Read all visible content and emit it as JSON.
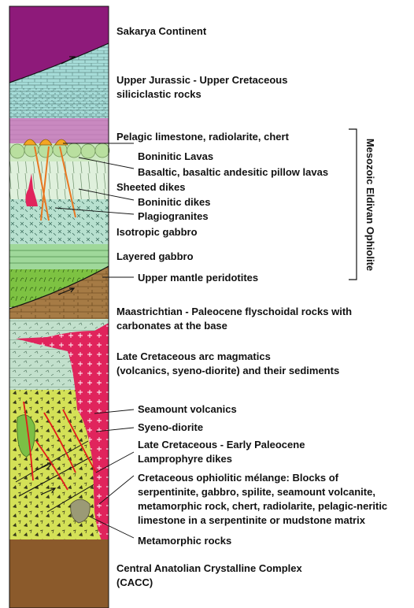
{
  "labels": {
    "sakarya": "Sakarya Continent",
    "jurassic_1": "Upper Jurassic - Upper Cretaceous",
    "jurassic_2": "siliciclastic rocks",
    "pelagic": "Pelagic limestone, radiolarite, chert",
    "boninitic_lavas": "Boninitic Lavas",
    "basaltic": "Basaltic, basaltic andesitic pillow lavas",
    "sheeted": "Sheeted dikes",
    "boninitic_dikes": "Boninitic dikes",
    "plagiogranites": "Plagiogranites",
    "isotropic": "Isotropic gabbro",
    "layered": "Layered gabbro",
    "peridotites": "Upper mantle peridotites",
    "maastrichtian_1": "Maastrichtian - Paleocene flyschoidal rocks with",
    "maastrichtian_2": "carbonates at the base",
    "arc_1": "Late Cretaceous arc magmatics",
    "arc_2": "(volcanics, syeno-diorite) and their sediments",
    "seamount": "Seamount volcanics",
    "syeno": "Syeno-diorite",
    "lamprophyre_1": "Late Cretaceous - Early Paleocene",
    "lamprophyre_2": "Lamprophyre dikes",
    "melange_1": "Cretaceous ophiolitic mélange: Blocks of",
    "melange_2": "serpentinite, gabbro, spilite, seamount volcanite,",
    "melange_3": "metamorphic rock, chert, radiolarite, pelagic-neritic",
    "melange_4": "limestone in a serpentinite or mudstone matrix",
    "metamorphic": "Metamorphic rocks",
    "cacc_1": "Central Anatolian Crystalline Complex",
    "cacc_2": "(CACC)"
  },
  "bracket_label": "Mesozoic Eldivan Ophiolite",
  "colors": {
    "sakarya": "#8e1a7a",
    "jurassic": "#a6dcd8",
    "pelagic": "#c989c0",
    "lavas": "#cde9c1",
    "sheeted": "#dff0dc",
    "gabbro": "#b7e0cf",
    "layered": "#9fd89a",
    "peridotite": "#7dc242",
    "flysch": "#a67b45",
    "arc": "#c2e0cc",
    "melange": "#d4e157",
    "cacc": "#8b5a2b",
    "intrusion": "#e0245c",
    "dike": "#e87722",
    "red_dike": "#e21b1b"
  }
}
